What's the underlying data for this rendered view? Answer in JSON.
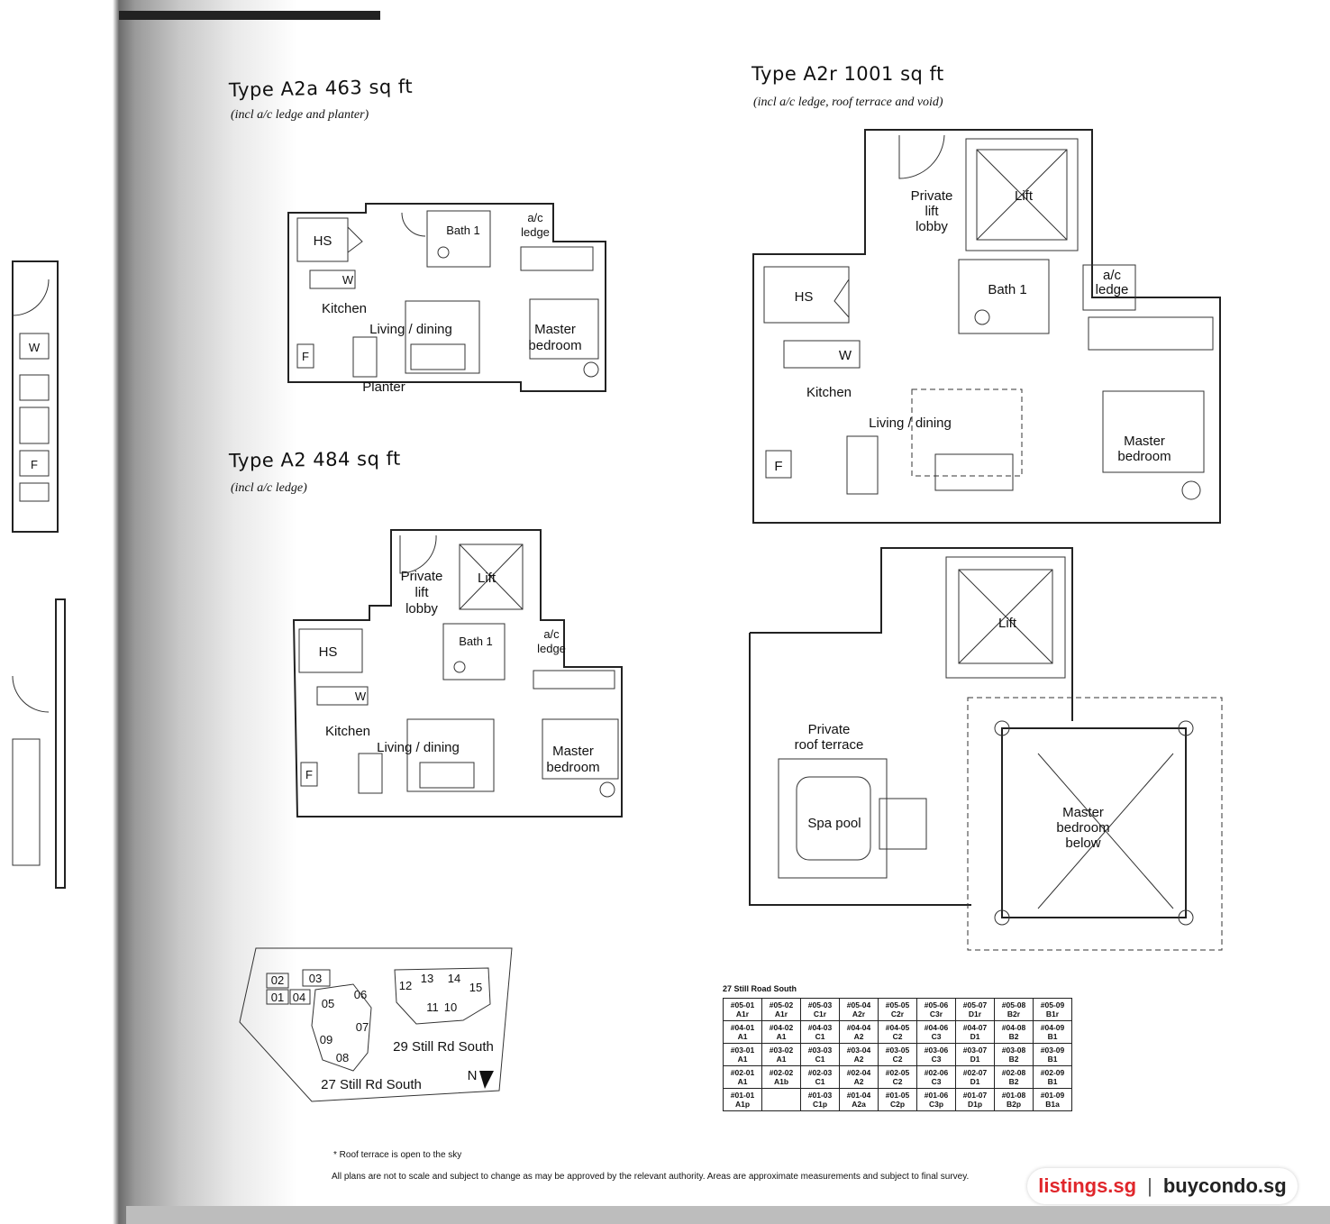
{
  "plans": {
    "a2a": {
      "title": "Type A2a 463 sq ft",
      "note": "(incl a/c ledge and planter)",
      "rooms": {
        "hs": "HS",
        "bath": "Bath 1",
        "ac": "a/c",
        "ledge": "ledge",
        "kitchen": "Kitchen",
        "living": "Living / dining",
        "master1": "Master",
        "master2": "bedroom",
        "planter": "Planter",
        "w": "W",
        "f": "F"
      }
    },
    "a2": {
      "title": "Type A2 484 sq ft",
      "note": "(incl a/c ledge)",
      "rooms": {
        "private": "Private",
        "lift_word": "lift",
        "lobby": "lobby",
        "lift": "Lift",
        "hs": "HS",
        "bath": "Bath 1",
        "ac": "a/c",
        "ledge": "ledge",
        "kitchen": "Kitchen",
        "living": "Living / dining",
        "master1": "Master",
        "master2": "bedroom",
        "w": "W",
        "f": "F"
      }
    },
    "a2r": {
      "title": "Type A2r 1001 sq ft",
      "note": "(incl a/c ledge, roof terrace and void)",
      "rooms": {
        "private": "Private",
        "lift_word": "lift",
        "lobby": "lobby",
        "lift": "Lift",
        "hs": "HS",
        "bath": "Bath 1",
        "ac": "a/c",
        "ledge": "ledge",
        "kitchen": "Kitchen",
        "living": "Living / dining",
        "master1": "Master",
        "master2": "bedroom",
        "w": "W",
        "f": "F"
      }
    },
    "a2r_roof": {
      "rooms": {
        "lift": "Lift",
        "terrace1": "Private",
        "terrace2": "roof terrace",
        "spa": "Spa pool",
        "mb1": "Master",
        "mb2": "bedroom",
        "mb3": "below"
      }
    }
  },
  "site": {
    "block27": "27 Still Rd South",
    "block29": "29 Still Rd South",
    "north": "N",
    "units": [
      "02",
      "03",
      "01",
      "04",
      "05",
      "06",
      "07",
      "09",
      "08",
      "12",
      "13",
      "14",
      "15",
      "11",
      "10"
    ]
  },
  "unit_table": {
    "caption": "27 Still Road South",
    "rows": [
      [
        [
          "#05-01",
          "A1r"
        ],
        [
          "#05-02",
          "A1r"
        ],
        [
          "#05-03",
          "C1r"
        ],
        [
          "#05-04",
          "A2r"
        ],
        [
          "#05-05",
          "C2r"
        ],
        [
          "#05-06",
          "C3r"
        ],
        [
          "#05-07",
          "D1r"
        ],
        [
          "#05-08",
          "B2r"
        ],
        [
          "#05-09",
          "B1r"
        ]
      ],
      [
        [
          "#04-01",
          "A1"
        ],
        [
          "#04-02",
          "A1"
        ],
        [
          "#04-03",
          "C1"
        ],
        [
          "#04-04",
          "A2"
        ],
        [
          "#04-05",
          "C2"
        ],
        [
          "#04-06",
          "C3"
        ],
        [
          "#04-07",
          "D1"
        ],
        [
          "#04-08",
          "B2"
        ],
        [
          "#04-09",
          "B1"
        ]
      ],
      [
        [
          "#03-01",
          "A1"
        ],
        [
          "#03-02",
          "A1"
        ],
        [
          "#03-03",
          "C1"
        ],
        [
          "#03-04",
          "A2"
        ],
        [
          "#03-05",
          "C2"
        ],
        [
          "#03-06",
          "C3"
        ],
        [
          "#03-07",
          "D1"
        ],
        [
          "#03-08",
          "B2"
        ],
        [
          "#03-09",
          "B1"
        ]
      ],
      [
        [
          "#02-01",
          "A1"
        ],
        [
          "#02-02",
          "A1b"
        ],
        [
          "#02-03",
          "C1"
        ],
        [
          "#02-04",
          "A2"
        ],
        [
          "#02-05",
          "C2"
        ],
        [
          "#02-06",
          "C3"
        ],
        [
          "#02-07",
          "D1"
        ],
        [
          "#02-08",
          "B2"
        ],
        [
          "#02-09",
          "B1"
        ]
      ],
      [
        [
          "#01-01",
          "A1p"
        ],
        [
          "",
          ""
        ],
        [
          "#01-03",
          "C1p"
        ],
        [
          "#01-04",
          "A2a"
        ],
        [
          "#01-05",
          "C2p"
        ],
        [
          "#01-06",
          "C3p"
        ],
        [
          "#01-07",
          "D1p"
        ],
        [
          "#01-08",
          "B2p"
        ],
        [
          "#01-09",
          "B1a"
        ]
      ]
    ]
  },
  "notes": {
    "roof": "* Roof terrace is open to the sky",
    "disclaimer": "All plans are not to scale and subject to change as may be approved by the relevant authority. Areas are approximate measurements and subject to final survey."
  },
  "watermark": {
    "left": "listings.sg",
    "sep": "|",
    "right": "buycondo.sg"
  },
  "left_page": {
    "w": "W",
    "f": "F"
  }
}
